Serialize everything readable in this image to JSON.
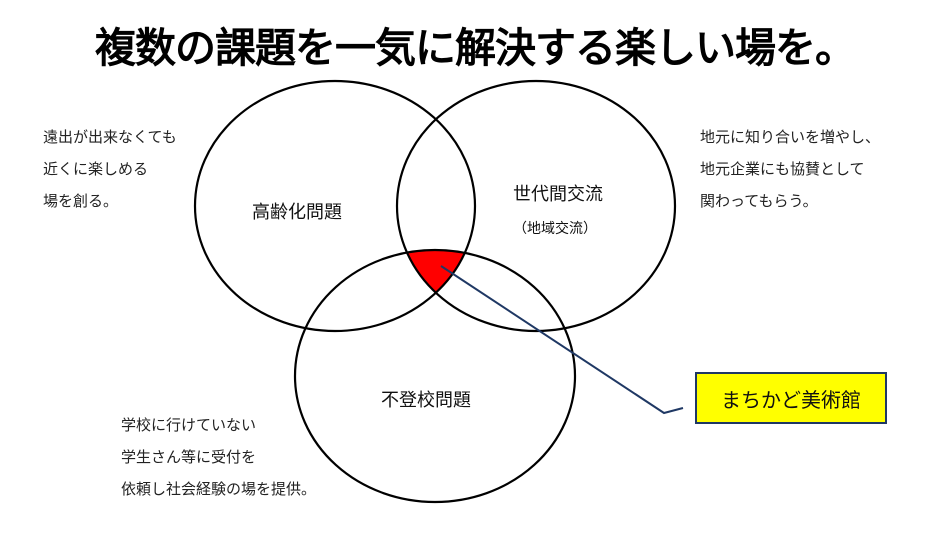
{
  "title": "複数の課題を一気に解決する楽しい場を。",
  "circles": [
    {
      "label": "高齢化問題",
      "sublabel": ""
    },
    {
      "label": "世代間交流",
      "sublabel": "（地域交流）"
    },
    {
      "label": "不登校問題",
      "sublabel": ""
    }
  ],
  "notes": {
    "left_top": [
      "遠出が出来なくても",
      "近くに楽しめる",
      "場を創る。"
    ],
    "right_top": [
      "地元に知り合いを増やし、",
      "地元企業にも協賛として",
      "関わってもらう。"
    ],
    "left_bottom": [
      "学校に行けていない",
      "学生さん等に受付を",
      "依頼し社会経験の場を提供。"
    ]
  },
  "callout": {
    "label": "まちかど美術館"
  },
  "colors": {
    "intersection_fill": "#ff0000",
    "circle_stroke": "#000000",
    "connector": "#1f3864",
    "callout_fill": "#ffff00",
    "callout_border": "#1f3864"
  }
}
